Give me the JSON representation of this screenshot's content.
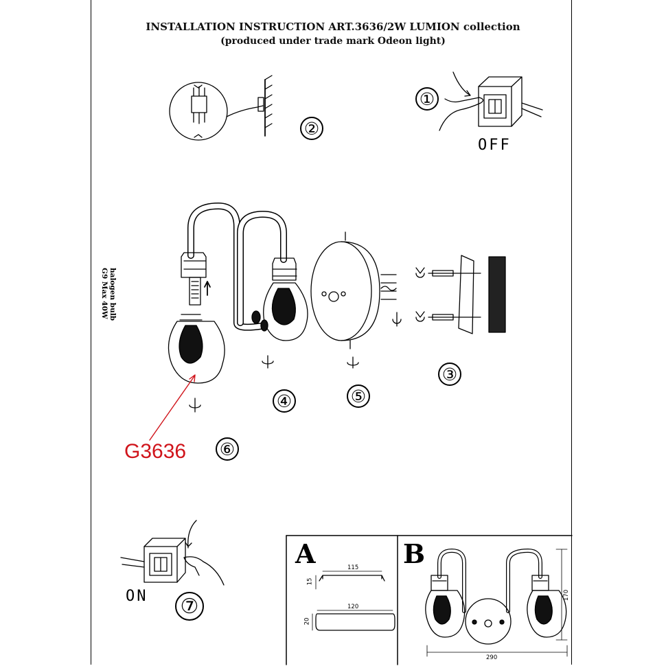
{
  "header": {
    "title": "INSTALLATION INSTRUCTION ART.3636/2W LUMION collection",
    "subtitle": "(produced under trade mark Odeon light)"
  },
  "steps": [
    "①",
    "②",
    "③",
    "④",
    "⑤",
    "⑥",
    "⑦"
  ],
  "switch_labels": {
    "off": "OFF",
    "on": "ON"
  },
  "bulb_spec": [
    "halogen bulb",
    "G9 Max 40W"
  ],
  "bulb_code": "G3636",
  "panels": {
    "a": "A",
    "b": "B"
  },
  "dimensions": {
    "a_top_width": "115",
    "a_top_height": "15",
    "a_bottom_width": "120",
    "a_bottom_height": "20",
    "b_width": "290",
    "b_height": "170"
  },
  "colors": {
    "ink": "#000000",
    "accent": "#d0141b"
  }
}
